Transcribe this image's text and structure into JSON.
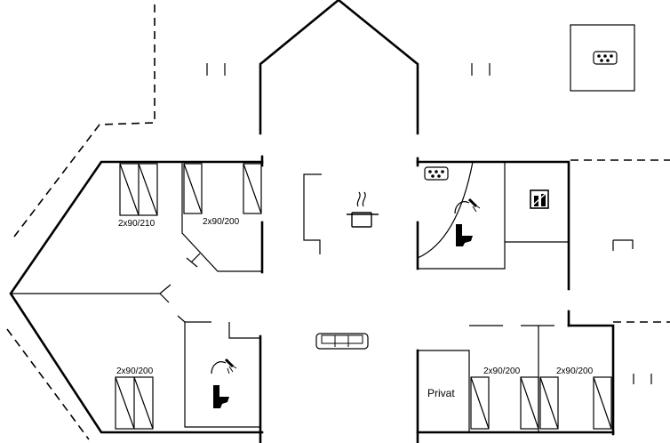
{
  "rooms": {
    "bedroom_top_left_a": {
      "label": "2x90/210"
    },
    "bedroom_top_left_b": {
      "label": "2x90/200"
    },
    "bedroom_bottom_left": {
      "label": "2x90/200"
    },
    "bedroom_bottom_right_a": {
      "label": "2x90/200"
    },
    "bedroom_bottom_right_b": {
      "label": "2x90/200"
    },
    "private_room": {
      "label": "Privat"
    }
  },
  "icons": [
    "cooking-pot-icon",
    "sofa-icon",
    "shower-icon",
    "toilet-icon",
    "hot-tub-icon",
    "washing-machine-icon"
  ]
}
